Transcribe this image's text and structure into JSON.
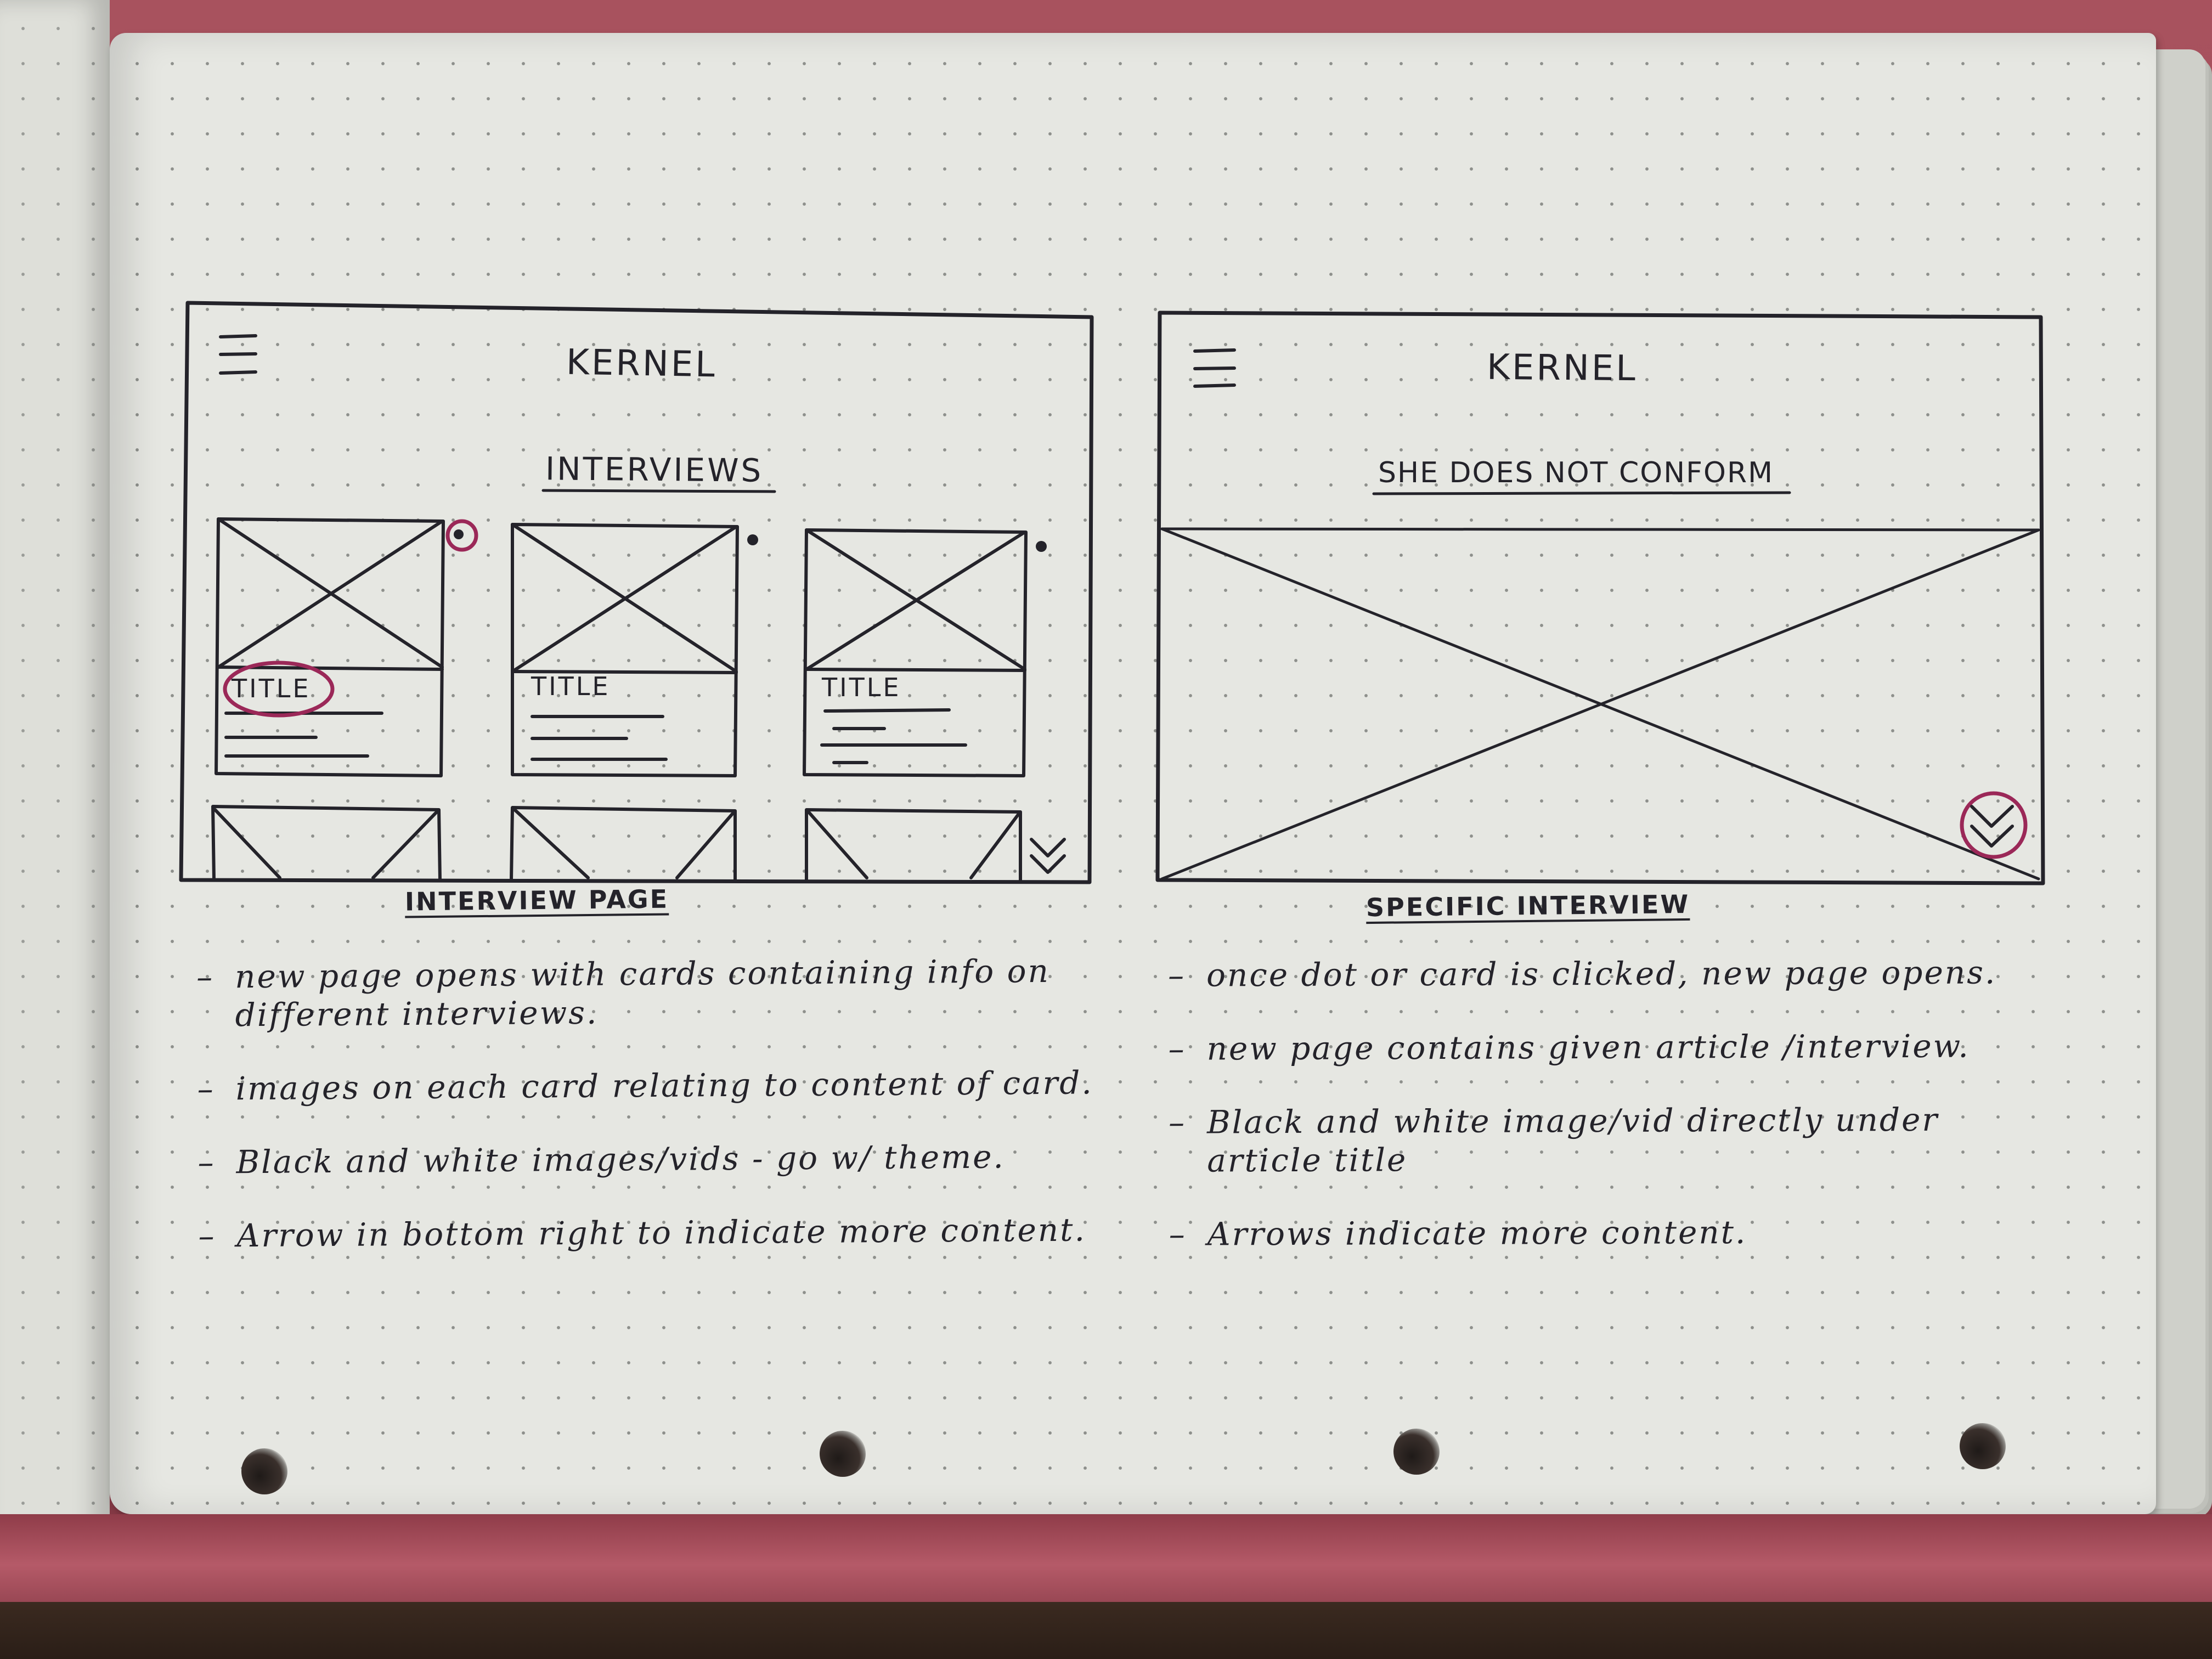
{
  "wireframe_left": {
    "app_title": "KERNEL",
    "section_title": "INTERVIEWS",
    "cards": [
      {
        "title": "TITLE"
      },
      {
        "title": "TITLE"
      },
      {
        "title": "TITLE"
      }
    ],
    "caption": "INTERVIEW PAGE"
  },
  "wireframe_right": {
    "app_title": "KERNEL",
    "section_title": "SHE DOES NOT CONFORM",
    "caption": "SPECIFIC INTERVIEW"
  },
  "notes_left": [
    "new page opens with cards containing info on different interviews.",
    "images on each card relating to content of card.",
    "Black and white images/vids - go w/ theme.",
    "Arrow in bottom right to indicate more content."
  ],
  "notes_right": [
    "once dot or card is clicked, new page opens.",
    "new page contains given article /interview.",
    "Black and white image/vid directly under article title",
    "Arrows indicate more content."
  ],
  "colors": {
    "ink": "#24232a",
    "highlight": "#9b2858",
    "paper": "#e6e7e2",
    "cover": "#a8525e"
  }
}
